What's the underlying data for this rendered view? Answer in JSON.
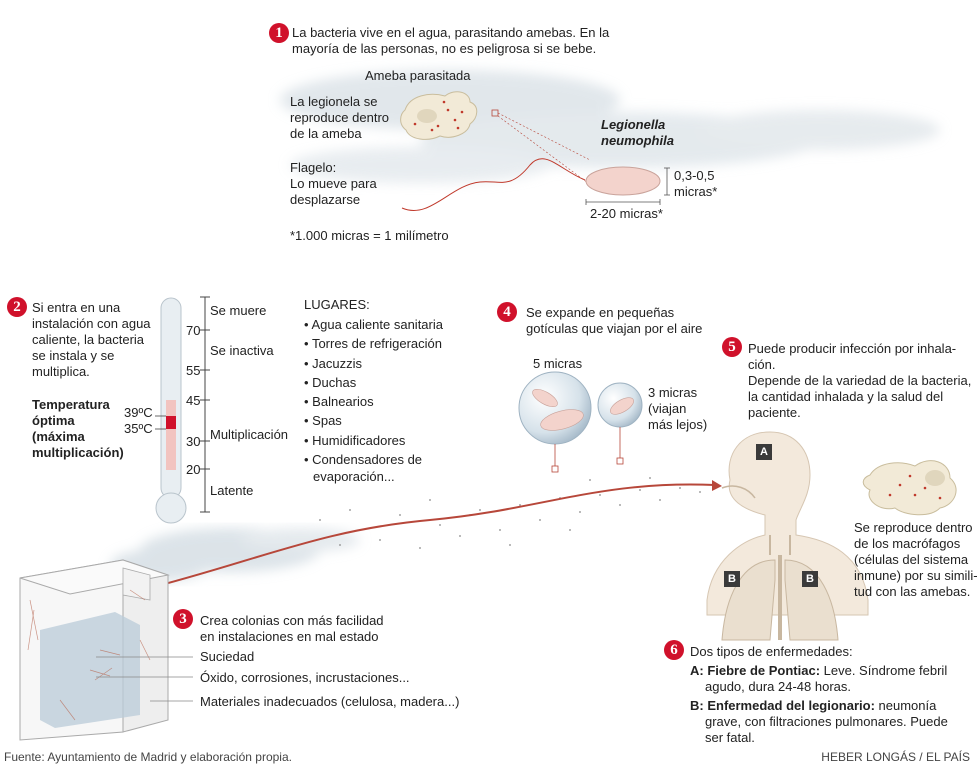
{
  "step1": {
    "number": "1",
    "text_line1": "La bacteria vive en el agua, parasitando amebas. En la",
    "text_line2": "mayoría de las personas, no es peligrosa si se bebe.",
    "ameba_label": "Ameba parasitada",
    "reproduce_line1": "La legionela se",
    "reproduce_line2": "reproduce dentro",
    "reproduce_line3": "de la ameba",
    "species_line1": "Legionella",
    "species_line2": "neumophila",
    "width_line1": "0,3-0,5",
    "width_line2": "micras*",
    "length": "2-20 micras*",
    "flagelo_line1": "Flagelo:",
    "flagelo_line2": "Lo mueve para",
    "flagelo_line3": "desplazarse",
    "footnote": "*1.000 micras = 1 milímetro"
  },
  "step2": {
    "number": "2",
    "text_line1": "Si entra en una",
    "text_line2": "instalación con agua",
    "text_line3": "caliente, la bacteria",
    "text_line4": "se instala y se",
    "text_line5": "multiplica.",
    "optimal_line1": "Temperatura",
    "optimal_line2": "óptima",
    "optimal_line3": "(máxima",
    "optimal_line4": "multiplicación)",
    "temp_high": "39ºC",
    "temp_low": "35ºC",
    "scale_labels": [
      "70",
      "55",
      "45",
      "30",
      "20"
    ],
    "zone_labels": [
      "Se muere",
      "Se inactiva",
      "Multiplicación",
      "Latente"
    ]
  },
  "places": {
    "title": "LUGARES:",
    "items": [
      "Agua caliente sanitaria",
      "Torres de refrigeración",
      "Jacuzzis",
      "Duchas",
      "Balnearios",
      "Spas",
      "Humidificadores",
      "Condensadores de"
    ],
    "last_item_continuation": "evaporación..."
  },
  "step3": {
    "number": "3",
    "text_line1": "Crea colonias con más facilidad",
    "text_line2": "en instalaciones en mal estado",
    "labels": [
      "Suciedad",
      "Óxido, corrosiones, incrustaciones...",
      "Materiales inadecuados (celulosa, madera...)"
    ]
  },
  "step4": {
    "number": "4",
    "text_line1": "Se expande en pequeñas",
    "text_line2": "gotículas que viajan por el aire",
    "drop_large": "5 micras",
    "drop_small_line1": "3 micras",
    "drop_small_line2": "(viajan",
    "drop_small_line3": "más lejos)"
  },
  "step5": {
    "number": "5",
    "text_line1": "Puede producir infección por inhala-",
    "text_line2": "ción.",
    "text_line3": "Depende de la variedad de la bacteria,",
    "text_line4": "la cantidad inhalada y la salud del",
    "text_line5": "paciente.",
    "badge_a": "A",
    "badge_b": "B",
    "macro_line1": "Se reproduce dentro",
    "macro_line2": "de los macrófagos",
    "macro_line3": "(células del sistema",
    "macro_line4": "inmune) por su simili-",
    "macro_line5": "tud con las amebas."
  },
  "step6": {
    "number": "6",
    "title": "Dos tipos de enfermedades:",
    "a_label": "A: Fiebre de Pontiac:",
    "a_text1": " Leve. Síndrome febril",
    "a_text2": "agudo, dura 24-48 horas.",
    "b_label": "B: Enfermedad del legionario:",
    "b_text1": " neumonía",
    "b_text2": "grave, con filtraciones pulmonares. Puede",
    "b_text3": "ser fatal."
  },
  "footer": {
    "source": "Fuente: Ayuntamiento de Madrid y elaboración propia.",
    "credit": "HEBER LONGÁS / EL PAÍS"
  },
  "colors": {
    "accent_red": "#d0112b",
    "thermometer_pink": "#f2c4c0",
    "bacteria_pink": "#f3d3cc",
    "body_beige": "#f3e9dc",
    "trajectory": "#b7473a"
  }
}
